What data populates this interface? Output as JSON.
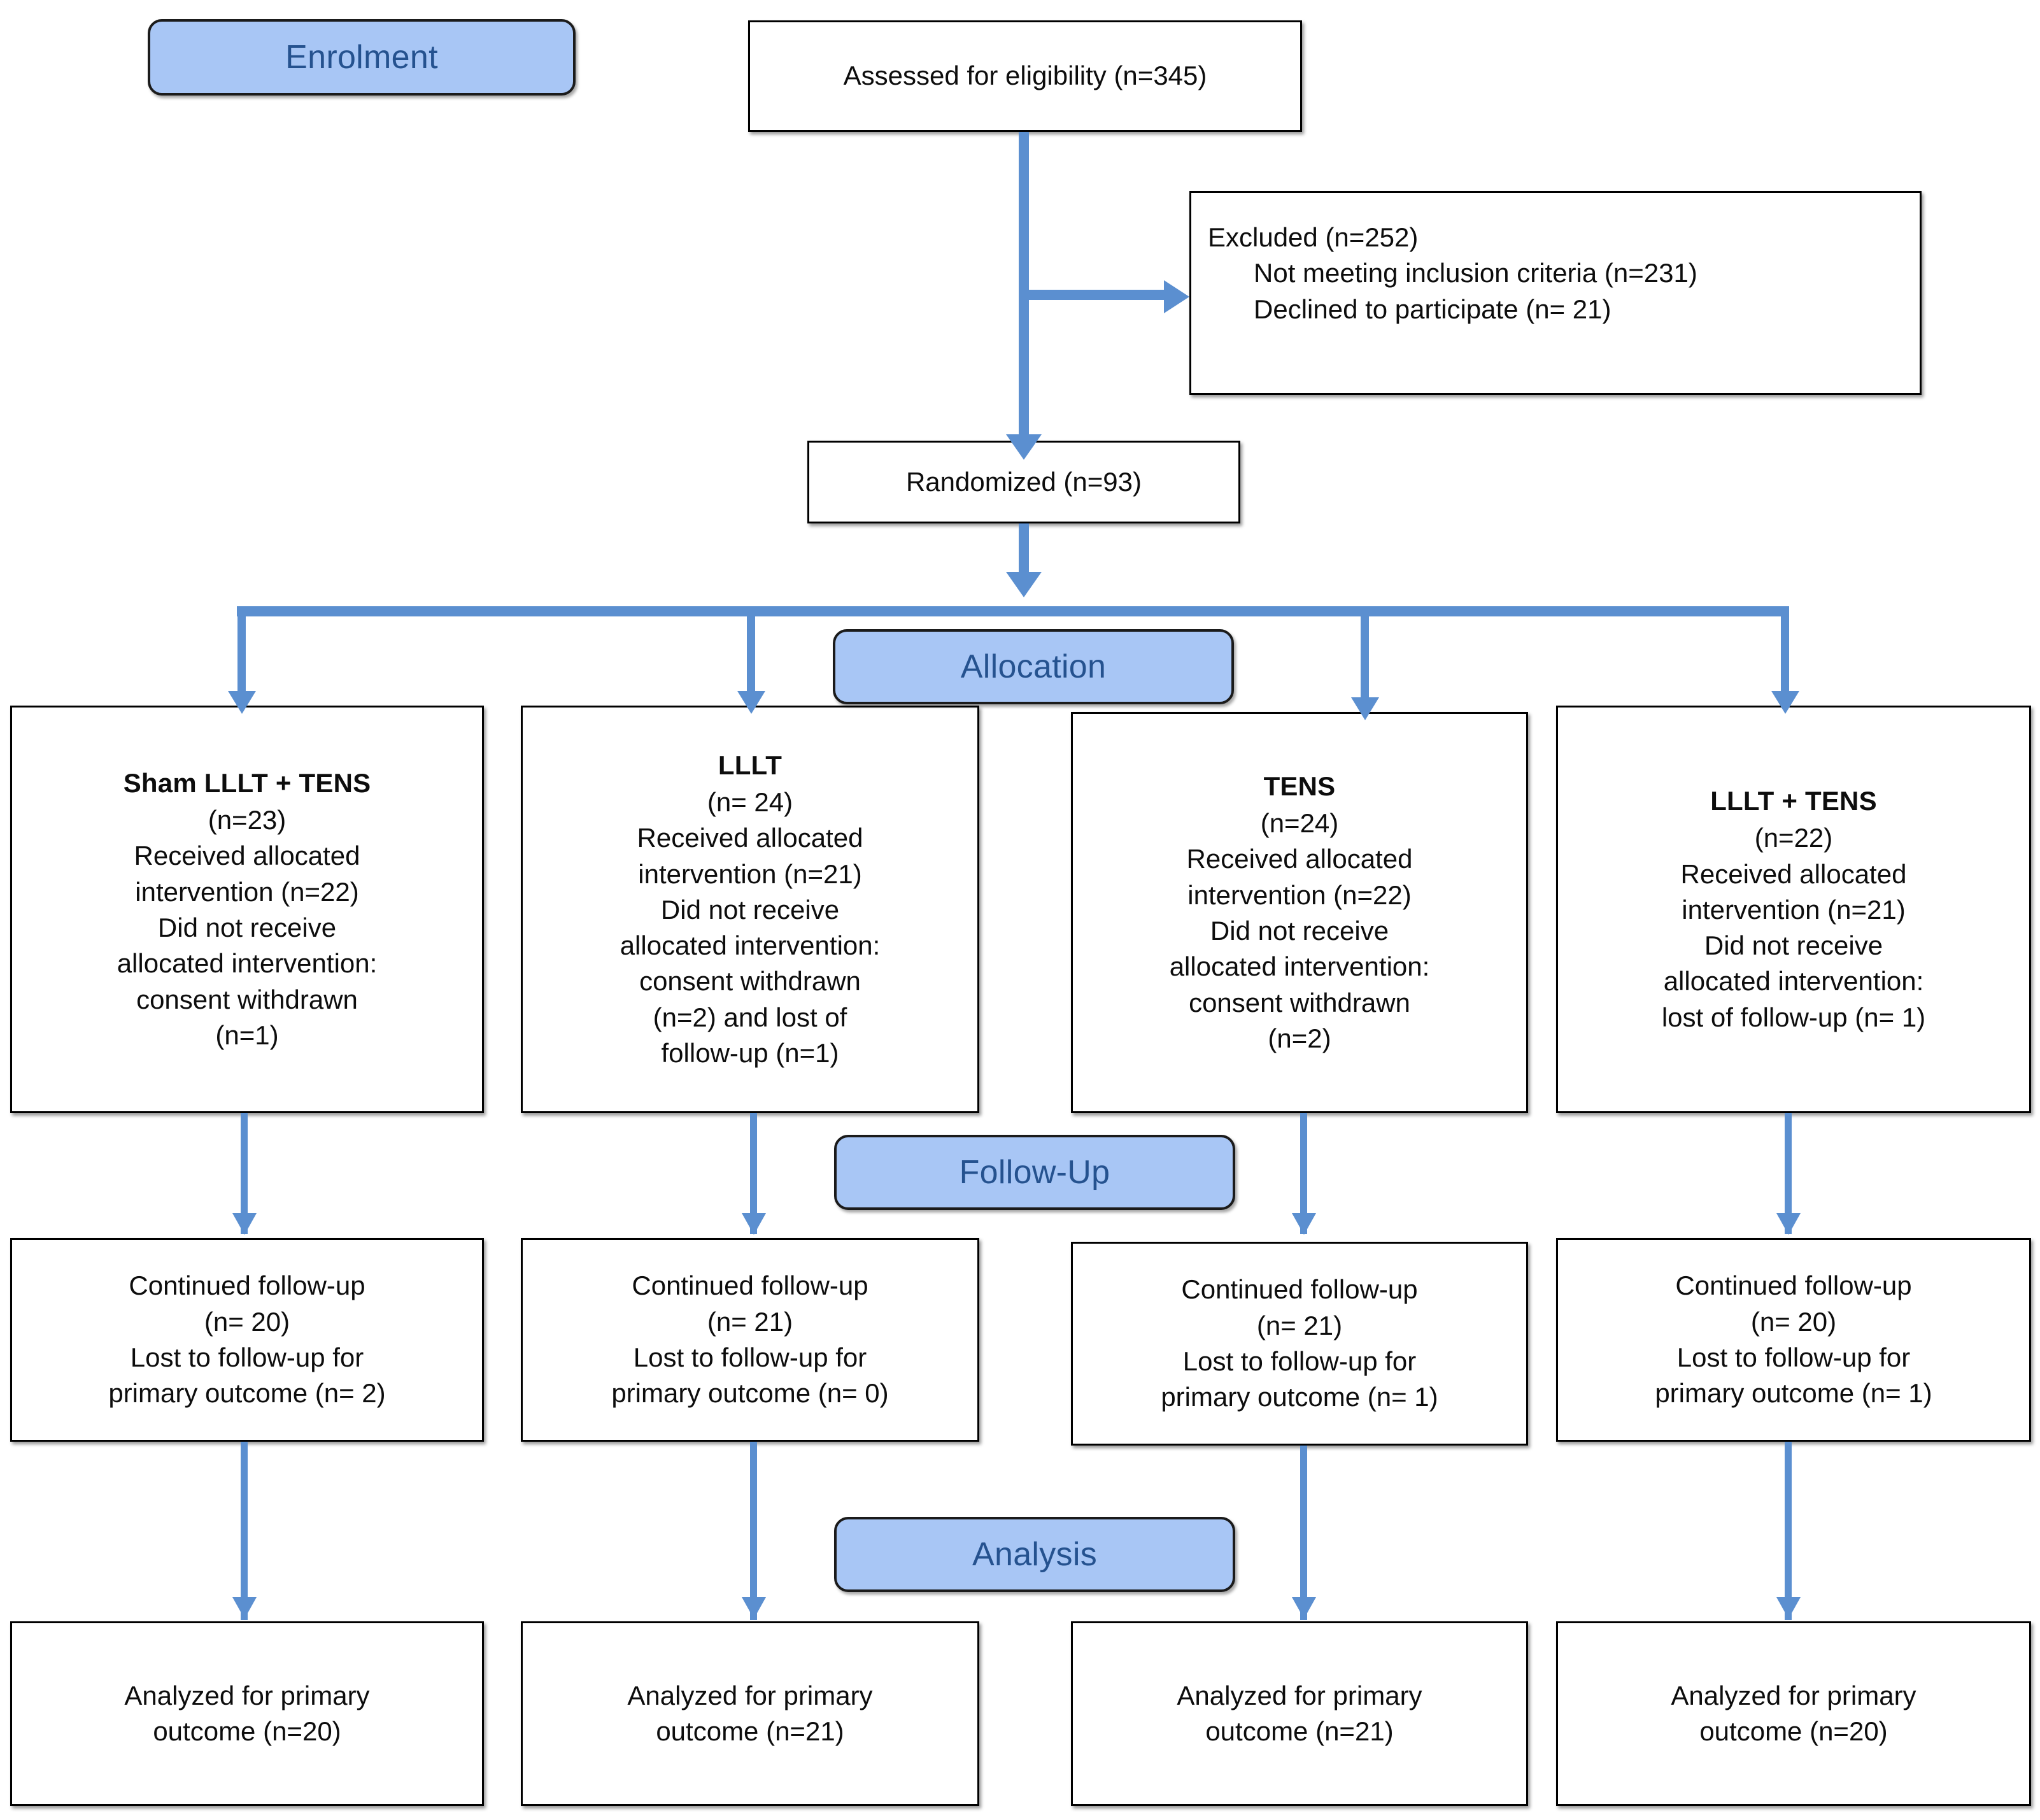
{
  "diagram": {
    "type": "consort-flow-diagram",
    "stage_labels": {
      "enrolment": "Enrolment",
      "allocation": "Allocation",
      "followup": "Follow-Up",
      "analysis": "Analysis"
    },
    "colors": {
      "badge_fill": "#a8c6f5",
      "badge_text": "#25528f",
      "arrow": "#5b8fd0",
      "box_border": "#000000",
      "box_fill": "#ffffff"
    },
    "enrolment": {
      "assessed": "Assessed for eligibility (n=345)",
      "excluded": {
        "heading": "Excluded (n=252)",
        "reason_1": "Not meeting inclusion criteria (n=231)",
        "reason_2": "Declined to participate (n= 21)"
      },
      "randomized": "Randomized (n=93)"
    },
    "allocation": [
      {
        "title": "Sham LLLT + TENS",
        "n": "(n=23)",
        "lines": [
          "Received allocated",
          "intervention (n=22)",
          "Did not receive",
          "allocated intervention:",
          "consent withdrawn",
          "(n=1)"
        ]
      },
      {
        "title": "LLLT",
        "n": "(n= 24)",
        "lines": [
          "Received allocated",
          "intervention (n=21)",
          "Did not receive",
          "allocated intervention:",
          "consent withdrawn",
          "(n=2) and lost of",
          "follow-up (n=1)"
        ]
      },
      {
        "title": "TENS",
        "n": "(n=24)",
        "lines": [
          "Received allocated",
          "intervention (n=22)",
          "Did not receive",
          "allocated intervention:",
          "consent withdrawn",
          "(n=2)"
        ]
      },
      {
        "title": "LLLT + TENS",
        "n": "(n=22)",
        "lines": [
          "Received allocated",
          "intervention (n=21)",
          "Did not receive",
          "allocated intervention:",
          "lost of follow-up (n= 1)"
        ]
      }
    ],
    "followup": [
      {
        "lines": [
          "Continued follow-up",
          "(n= 20)",
          "Lost to follow-up for",
          "primary outcome (n= 2)"
        ]
      },
      {
        "lines": [
          "Continued follow-up",
          "(n= 21)",
          "Lost to follow-up for",
          "primary outcome (n= 0)"
        ]
      },
      {
        "lines": [
          "Continued follow-up",
          "(n= 21)",
          "Lost to follow-up for",
          "primary outcome (n= 1)"
        ]
      },
      {
        "lines": [
          "Continued follow-up",
          "(n= 20)",
          "Lost to follow-up for",
          "primary outcome (n= 1)"
        ]
      }
    ],
    "analysis": [
      {
        "lines": [
          "Analyzed for primary",
          "outcome (n=20)"
        ]
      },
      {
        "lines": [
          "Analyzed for primary",
          "outcome (n=21)"
        ]
      },
      {
        "lines": [
          "Analyzed for primary",
          "outcome (n=21)"
        ]
      },
      {
        "lines": [
          "Analyzed for primary",
          "outcome (n=20)"
        ]
      }
    ]
  }
}
